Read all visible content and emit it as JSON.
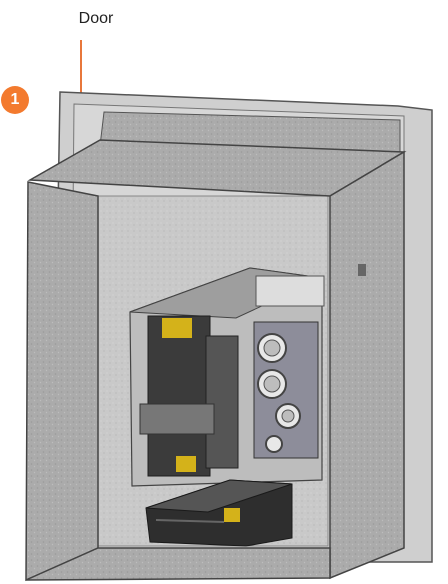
{
  "callout": {
    "label": "Door",
    "number": "1"
  },
  "colors": {
    "accent": "#f37a2e",
    "arrow": "#e8773b",
    "metal": "#a9a9a9",
    "metal_dark": "#7b7b7b",
    "insulation": "#d1d1d1",
    "component": "#3b3b3b",
    "yellow": "#d4b21a"
  },
  "icons": {
    "callout_marker": "number-circle"
  }
}
